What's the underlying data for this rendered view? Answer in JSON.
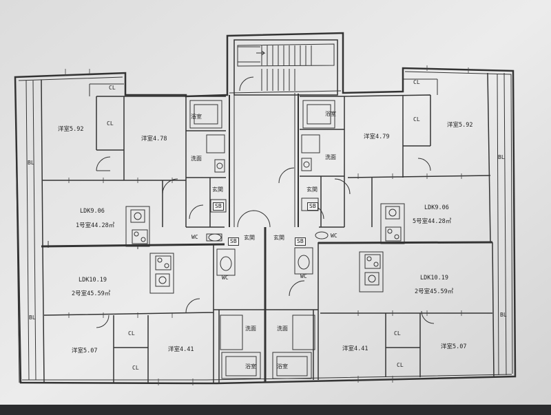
{
  "labels": {
    "cl": "CL",
    "bl": "BL",
    "bath": "浴室",
    "wash": "洗面",
    "entrance": "玄関",
    "sb": "SB",
    "wc": "WC"
  },
  "units": {
    "u1": {
      "bedroom_a": "洋室5.92",
      "bedroom_b": "洋室4.78",
      "ldk": "LDK9.06",
      "area": "1号室44.28㎡"
    },
    "u5": {
      "bedroom_a": "洋室5.92",
      "bedroom_b": "洋室4.79",
      "ldk": "LDK9.06",
      "area": "5号室44.28㎡"
    },
    "u2": {
      "ldk": "LDK10.19",
      "area": "2号室45.59㎡",
      "bedroom_a": "洋室5.07",
      "bedroom_b": "洋室4.41"
    },
    "u6": {
      "ldk": "LDK10.19",
      "area": "2号室45.59㎡",
      "bedroom_a": "洋室5.07",
      "bedroom_b": "洋室4.41"
    }
  }
}
